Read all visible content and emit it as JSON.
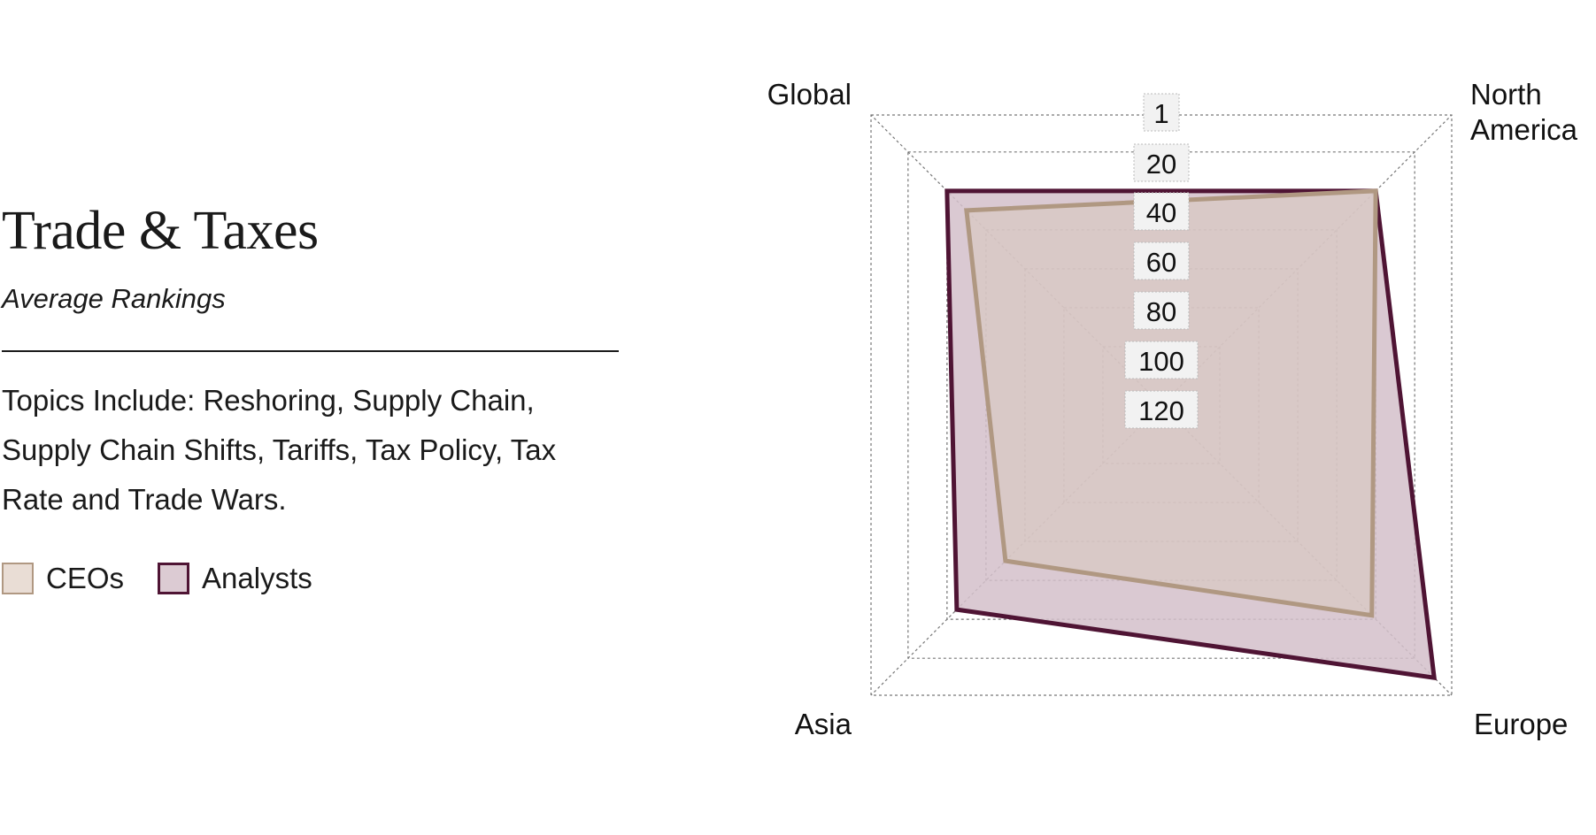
{
  "header": {
    "title": "Trade & Taxes",
    "subtitle": "Average Rankings"
  },
  "description": "Topics Include: Reshoring, Supply Chain, Supply Chain Shifts, Tariffs, Tax Policy, Tax Rate and Trade Wars.",
  "legend": [
    {
      "label": "CEOs",
      "fill": "#e9ddd5",
      "stroke": "#b09882"
    },
    {
      "label": "Analysts",
      "fill": "#dccbd3",
      "stroke": "#4f1434"
    }
  ],
  "colors": {
    "ceos_fill": "#d9c8bd",
    "ceos_stroke": "#b09882",
    "analysts_fill": "#d4bfca",
    "analysts_stroke": "#4f1434",
    "grid": "#777777"
  },
  "chart_data": {
    "type": "radar",
    "title": "Trade & Taxes",
    "subtitle": "Average Rankings",
    "axes": [
      "Global",
      "North America",
      "Europe",
      "Asia"
    ],
    "scale": {
      "reversed": true,
      "ticks": [
        "1",
        "20",
        "40",
        "60",
        "80",
        "100",
        "120"
      ],
      "tick_values": [
        1,
        20,
        40,
        60,
        80,
        100,
        120
      ],
      "range": [
        1,
        150
      ]
    },
    "grid": true,
    "legend_position": "left",
    "series": [
      {
        "name": "Analysts",
        "values": [
          40,
          40,
          10,
          45
        ]
      },
      {
        "name": "CEOs",
        "values": [
          50,
          40,
          42,
          70
        ]
      }
    ]
  }
}
